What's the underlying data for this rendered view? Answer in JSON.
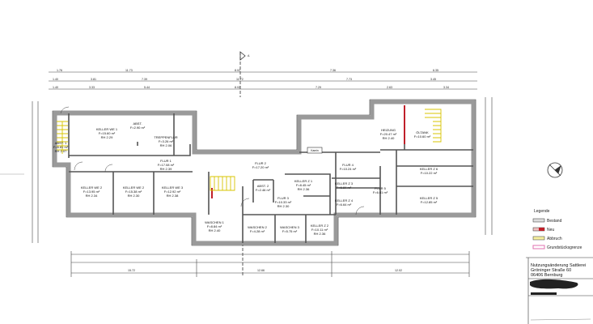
{
  "section_marker": "A",
  "dimensions_top": [
    "1.76",
    "11.73",
    "8.02",
    "7.36",
    "6.35"
  ],
  "dimensions_top_2": [
    "1.40",
    "3.81",
    "7.39",
    "11.72",
    "7.73",
    "3.45"
  ],
  "dimensions_top_3": [
    "1.40",
    "3.33",
    "5.44",
    "8.02",
    "7.29",
    "2.63",
    "3.34"
  ],
  "dimensions_bottom": [
    "15.72",
    "12.66",
    "12.02"
  ],
  "rooms": [
    {
      "name": "ABST. 1",
      "area": "F=6.81 m²",
      "height": "RH 2.07"
    },
    {
      "name": "KELLER WE 1",
      "area": "F=15.60 m²",
      "height": "RH 2.29"
    },
    {
      "name": "ABST.",
      "area": "F=2.90 m²",
      "height": ""
    },
    {
      "name": "TREPPENFLUR",
      "area": "F=3.26 m²",
      "height": "RH 2.06"
    },
    {
      "name": "FLUR 1",
      "area": "F=17.08 m²",
      "height": "RH 2.39"
    },
    {
      "name": "KELLER WE 2",
      "area": "F=13.95 m²",
      "height": "RH 2.34"
    },
    {
      "name": "KELLER WE 2",
      "area": "F=15.38 m²",
      "height": "RH 2.30"
    },
    {
      "name": "KELLER WE 3",
      "area": "F=12.92 m²",
      "height": "RH 2.38"
    },
    {
      "name": "FLUR 2",
      "area": "F=17.20 m²",
      "height": ""
    },
    {
      "name": "ABST. 2",
      "area": "F=2.46 m²",
      "height": ""
    },
    {
      "name": "KELLER Z 1",
      "area": "F=8.45 m²",
      "height": "RH 2.36"
    },
    {
      "name": "FLUR 3",
      "area": "F=10.33 m²",
      "height": "RH 2.30"
    },
    {
      "name": "WASCHEN 1",
      "area": "F=8.84 m²",
      "height": "RH 2.40"
    },
    {
      "name": "WASCHEN 2",
      "area": "F=4.28 m²",
      "height": ""
    },
    {
      "name": "WASCHEN 3",
      "area": "F=5.75 m²",
      "height": ""
    },
    {
      "name": "KELLER Z 2",
      "area": "F=10.11 m²",
      "height": "RH 2.36"
    },
    {
      "name": "HEIZUNG",
      "area": "F=20.47 m²",
      "height": "RH 2.40"
    },
    {
      "name": "ÖLTANK",
      "area": "F=10.60 m²",
      "height": ""
    },
    {
      "name": "FLUR 4",
      "area": "F=10.24 m²",
      "height": ""
    },
    {
      "name": "KELLER Z 3",
      "area": "F=6.84 m²",
      "height": ""
    },
    {
      "name": "KELLER Z 4",
      "area": "F=6.64 m²",
      "height": ""
    },
    {
      "name": "FLUR 5",
      "area": "F=6.61 m²",
      "height": ""
    },
    {
      "name": "KELLER Z 6",
      "area": "F=10.22 m²",
      "height": ""
    },
    {
      "name": "KELLER Z 5",
      "area": "F=12.85 m²",
      "height": ""
    }
  ],
  "kamin_label": "Kamin",
  "legend": {
    "title": "Legende",
    "items": [
      {
        "label": "Bestand",
        "color": "#cccccc"
      },
      {
        "label": "Neu",
        "color": "#c0202a"
      },
      {
        "label": "Abbruch",
        "color": "#e8e060"
      },
      {
        "label": "Grundstücksgrenze",
        "color": "#e070b0"
      }
    ]
  },
  "title_block": {
    "line1": "Nutzungsänderung Sattlerei",
    "line2": "Gröninger Straße 60",
    "line3": "06406 Bernburg"
  }
}
